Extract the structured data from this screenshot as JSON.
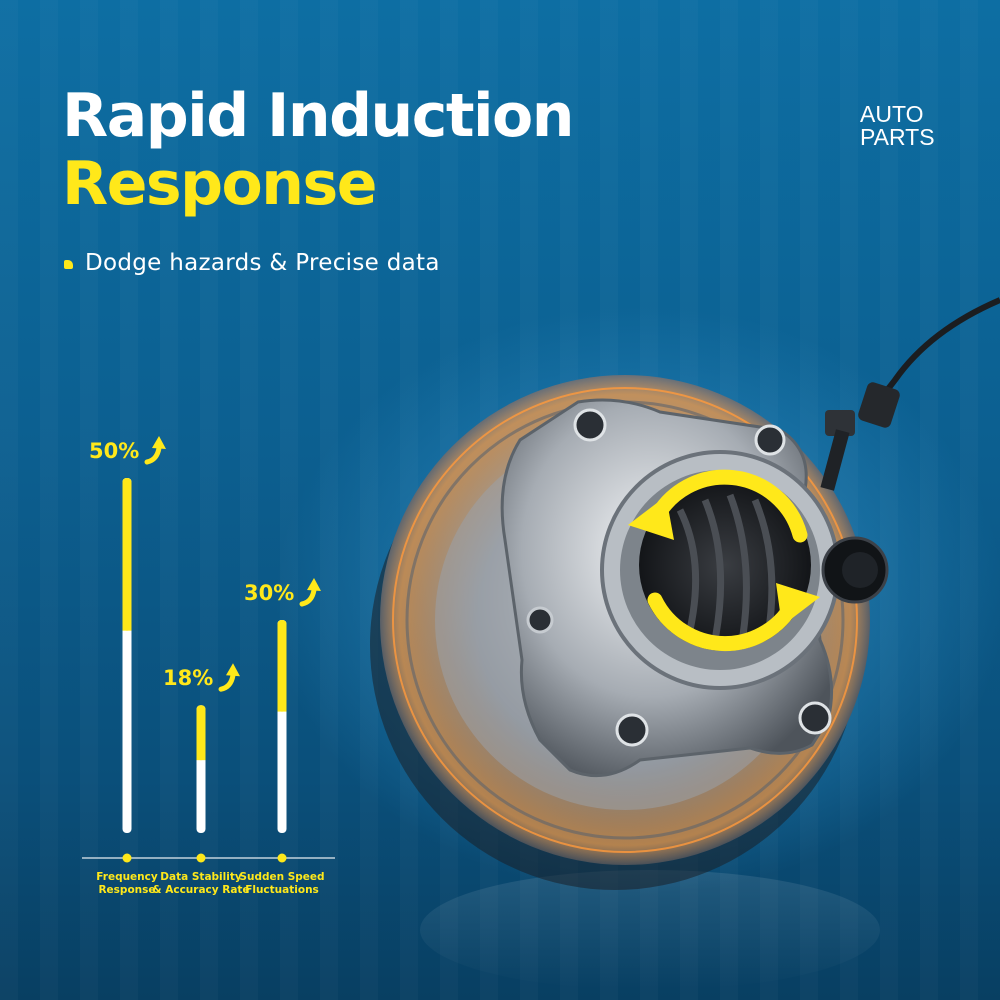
{
  "colors": {
    "accent": "#ffe81a",
    "text": "#ffffff",
    "bar_base": "#ffffff"
  },
  "header": {
    "title_line1": "Rapid Induction",
    "title_line2": "Response",
    "brand_line1": "AUTO",
    "brand_line2": "PARTS"
  },
  "bullet": {
    "icon": "bullet-shape-icon",
    "text": "Dodge hazards & Precise data"
  },
  "product": {
    "icon": "wheel-hub-sensor-icon",
    "rotation_icon": "rotation-arrows-icon"
  },
  "chart_data": {
    "type": "bar",
    "categories": [
      [
        "Frequency",
        "Response"
      ],
      [
        "Data Stability",
        "& Accuracy Rate"
      ],
      [
        "Sudden Speed",
        "Fluctuations"
      ]
    ],
    "values": [
      50,
      18,
      30
    ],
    "value_labels": [
      "50%",
      "18%",
      "30%"
    ],
    "trend_icon": "up-arrow-icon",
    "title": "",
    "xlabel": "",
    "ylabel": "",
    "grid": false,
    "legend": "none"
  }
}
